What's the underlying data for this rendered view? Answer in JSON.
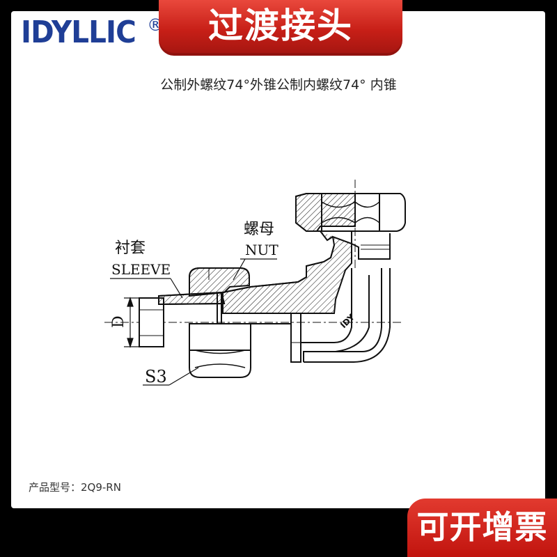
{
  "brand": {
    "name": "IDYLLIC",
    "registered": "®",
    "color": "#1f3e96"
  },
  "banner": {
    "title": "过渡接头",
    "color": "#c71f17"
  },
  "subtitle": "公制外螺纹74°外锥公制内螺纹74° 内锥",
  "drawing": {
    "labels": {
      "nut_cn": "螺母",
      "nut_en": "NUT",
      "sleeve_cn": "衬套",
      "sleeve_en": "SLEEVE",
      "diameter": "D",
      "hex_size": "S3",
      "mark": "IDY"
    }
  },
  "product": {
    "model_label": "产品型号：2Q9-RN"
  },
  "badge": {
    "text": "可开增票"
  }
}
